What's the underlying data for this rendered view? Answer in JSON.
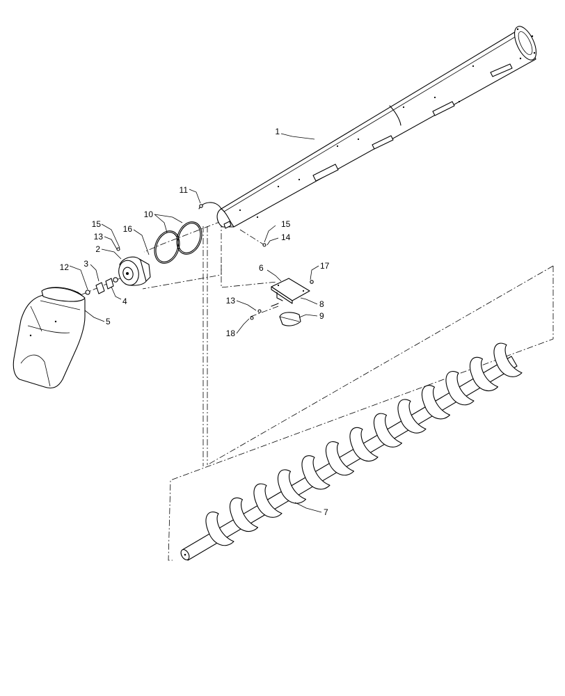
{
  "callouts": {
    "c1": "1",
    "c2": "2",
    "c3": "3",
    "c4": "4",
    "c5": "5",
    "c6": "6",
    "c7": "7",
    "c8": "8",
    "c9": "9",
    "c10": "10",
    "c11": "11",
    "c12": "12",
    "c13a": "13",
    "c13b": "13",
    "c14": "14",
    "c15a": "15",
    "c15b": "15",
    "c16": "16",
    "c17": "17",
    "c18": "18"
  }
}
